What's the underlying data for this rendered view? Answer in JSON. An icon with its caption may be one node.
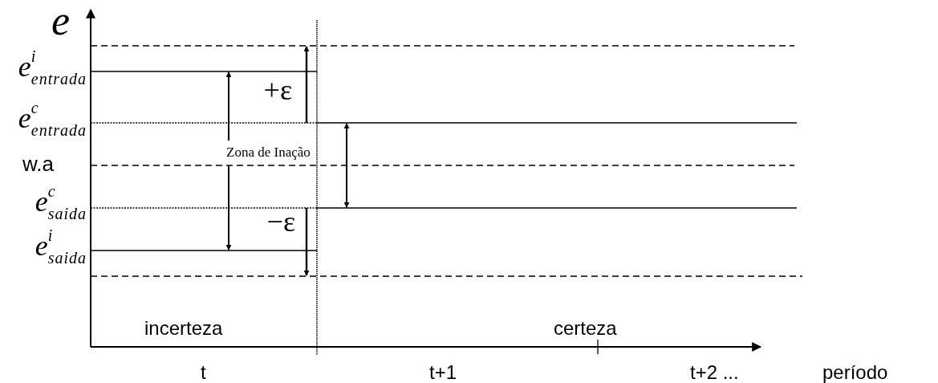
{
  "diagram": {
    "labels": [
      "e",
      "e$^{i}$$_{entrada}$",
      "+ε",
      "e$^{c}$$_{entrada}$",
      "Zona de Inação",
      "w.a",
      "e$^{c}$$_{saida}$",
      "−ε",
      "e$^{i}$$_{saida}$",
      "incerteza",
      "certeza",
      "t",
      "t+1",
      "t+2 ...",
      "período"
    ]
  }
}
